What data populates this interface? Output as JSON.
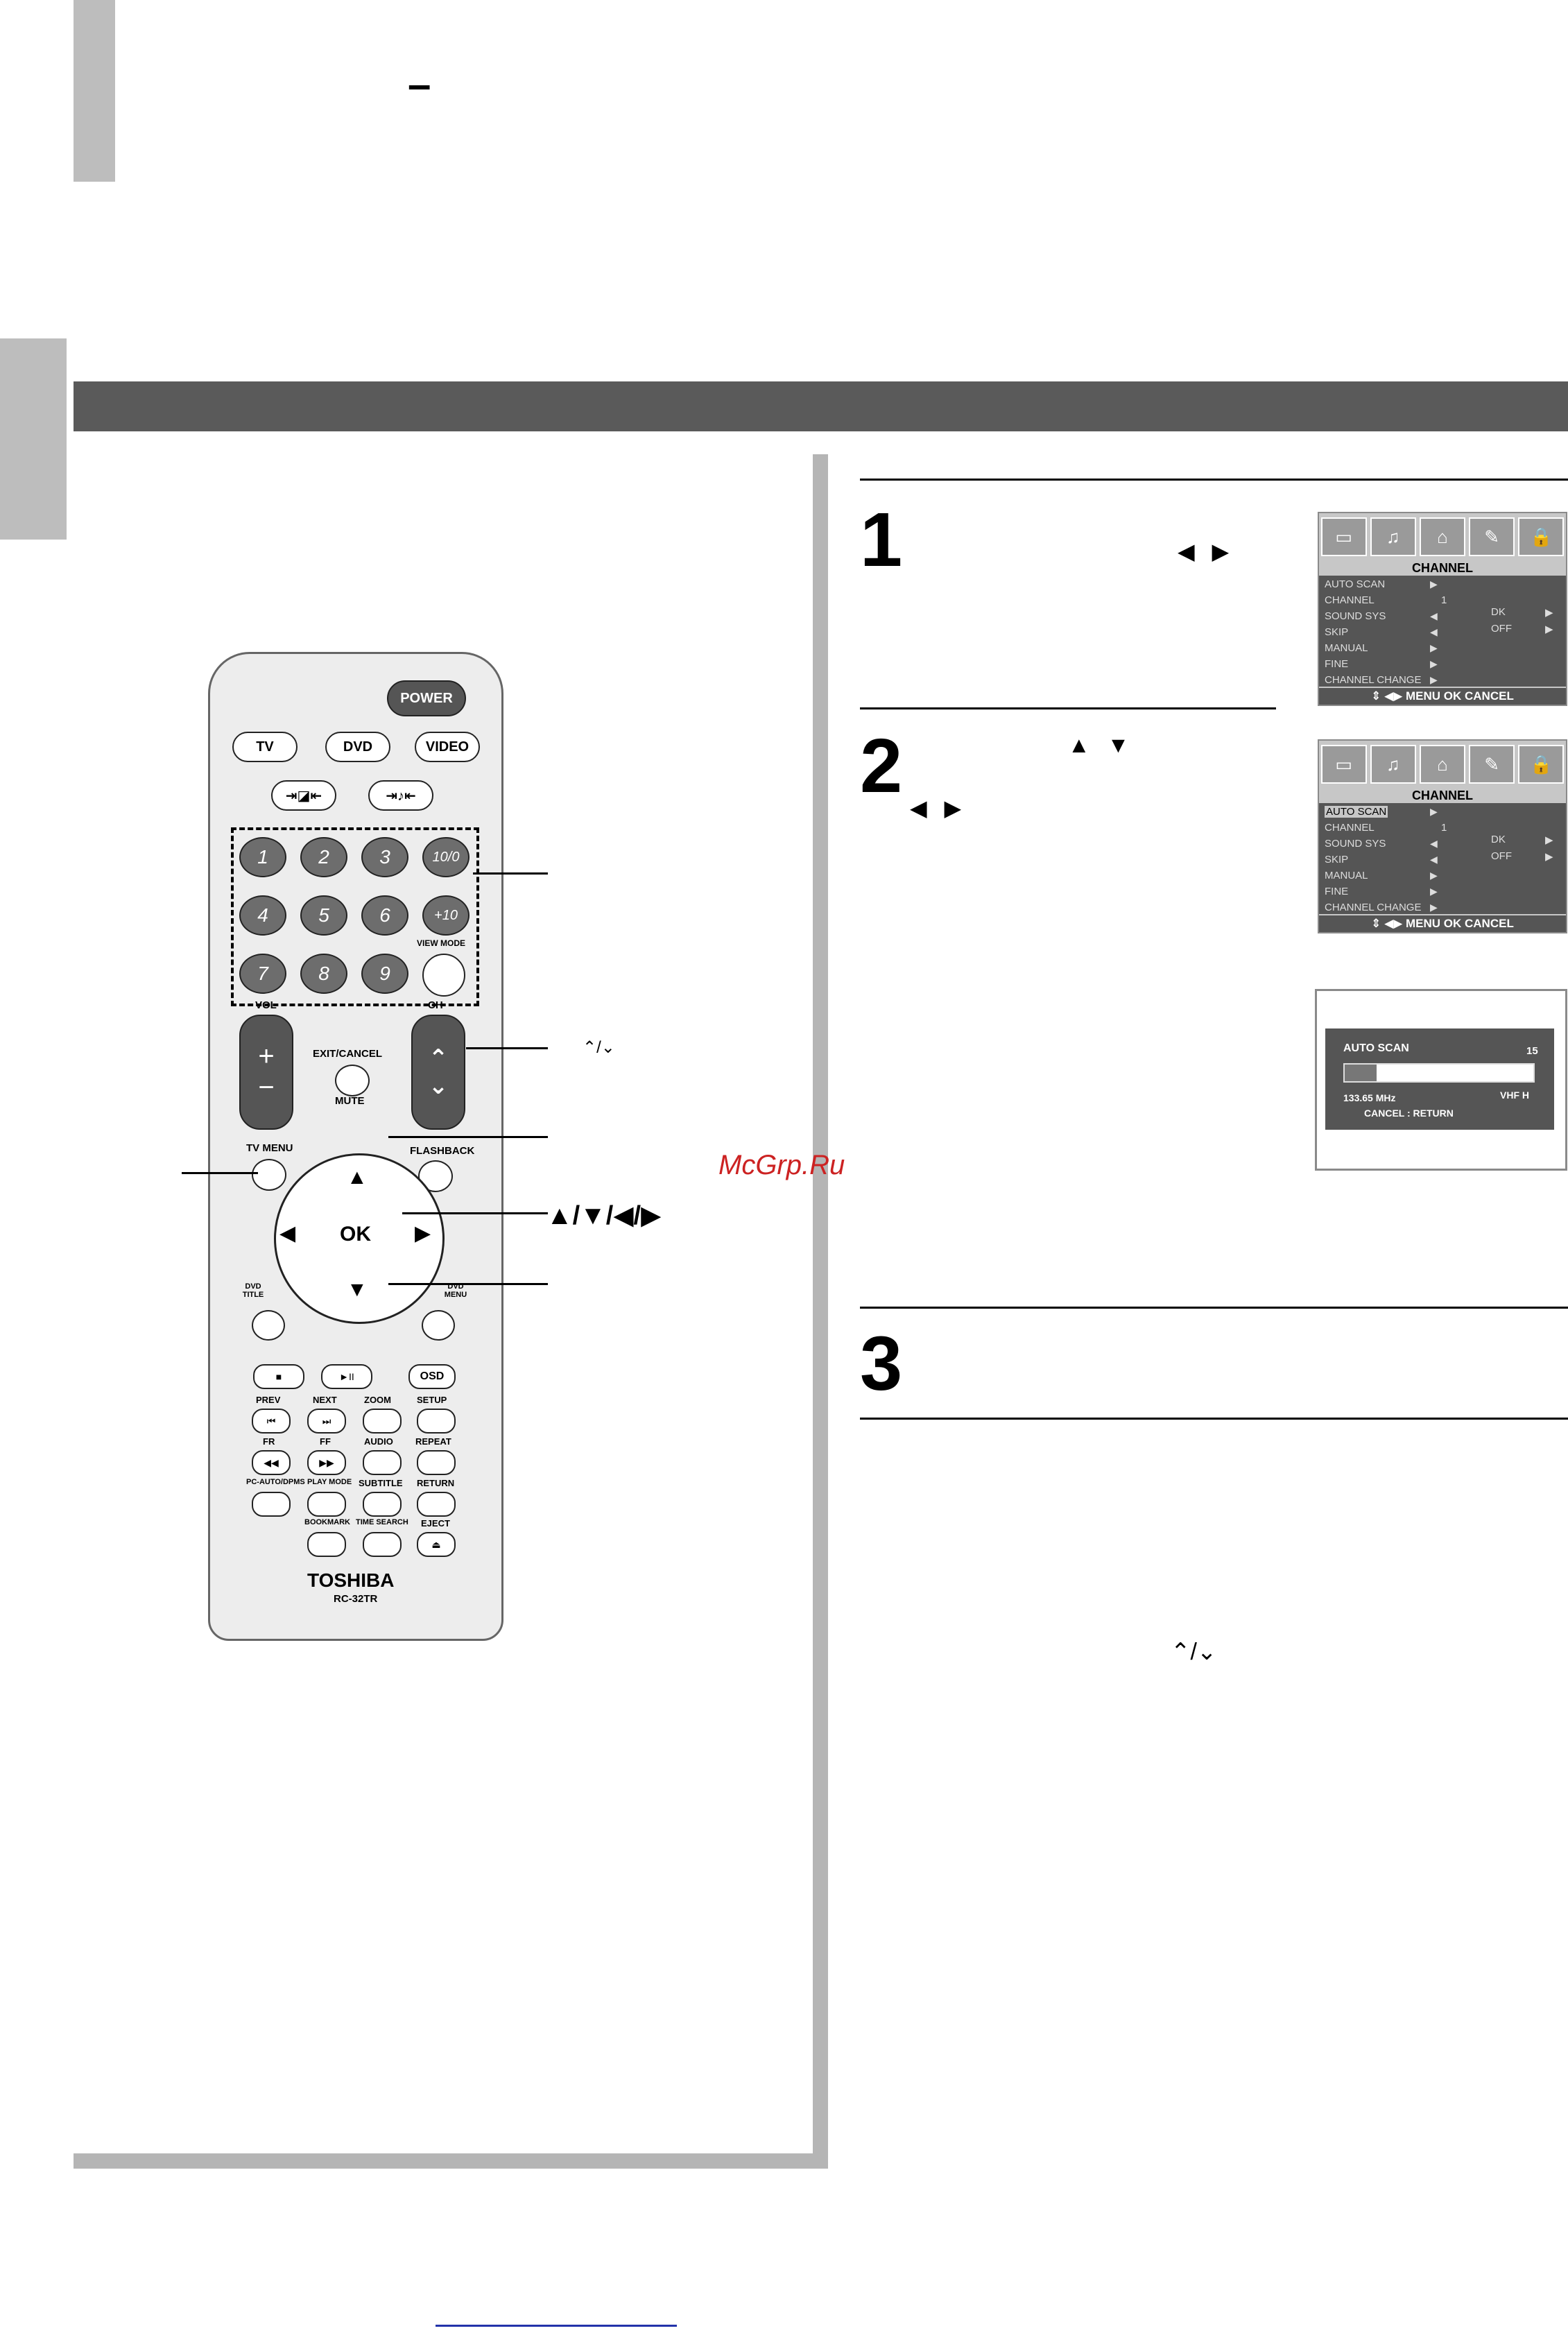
{
  "header": {
    "title_dash": "–"
  },
  "remote": {
    "power": "POWER",
    "source_buttons": [
      "TV",
      "DVD",
      "VIDEO"
    ],
    "numbers": [
      "1",
      "2",
      "3",
      "10/0",
      "4",
      "5",
      "6",
      "+10",
      "7",
      "8",
      "9"
    ],
    "view_mode": "VIEW MODE",
    "vol": "VOL",
    "ch": "CH",
    "exit_cancel": "EXIT/CANCEL",
    "mute": "MUTE",
    "tv_menu": "TV MENU",
    "flashback": "FLASHBACK",
    "ok": "OK",
    "dvd_title": "DVD TITLE",
    "dvd_menu": "DVD MENU",
    "osd": "OSD",
    "row_labels_1": [
      "PREV",
      "NEXT",
      "ZOOM",
      "SETUP"
    ],
    "row_labels_2": [
      "FR",
      "FF",
      "AUDIO",
      "REPEAT"
    ],
    "row_labels_3": [
      "PC-AUTO/DPMS",
      "PLAY MODE",
      "SUBTITLE",
      "RETURN"
    ],
    "row_labels_4": [
      "BOOKMARK",
      "TIME SEARCH",
      "EJECT"
    ],
    "brand": "TOSHIBA",
    "model": "RC-32TR"
  },
  "callouts": {
    "ch_updown": "⌃/⌄",
    "arrows": "▲/▼/◀/▶"
  },
  "steps": [
    {
      "number": "1",
      "arrows": "◀ ▶"
    },
    {
      "number": "2",
      "arrows": "▲ ▼",
      "arrows2": "◀ ▶"
    },
    {
      "number": "3"
    }
  ],
  "step_footer_arrows": "⌃/⌄",
  "menu_screen": {
    "title": "CHANNEL",
    "items": [
      "AUTO SCAN",
      "CHANNEL",
      "SOUND SYS",
      "SKIP",
      "MANUAL",
      "FINE",
      "CHANNEL CHANGE"
    ],
    "channel_value": "1",
    "value_dk": "DK",
    "value_off": "OFF",
    "footer": "⇕ ◀▶ MENU OK CANCEL"
  },
  "scan_screen": {
    "title": "AUTO SCAN",
    "count": "15",
    "freq": "133.65 MHz",
    "band": "VHF H",
    "cancel": "CANCEL : RETURN",
    "progress": 0.17
  },
  "watermark": "McGrp.Ru"
}
